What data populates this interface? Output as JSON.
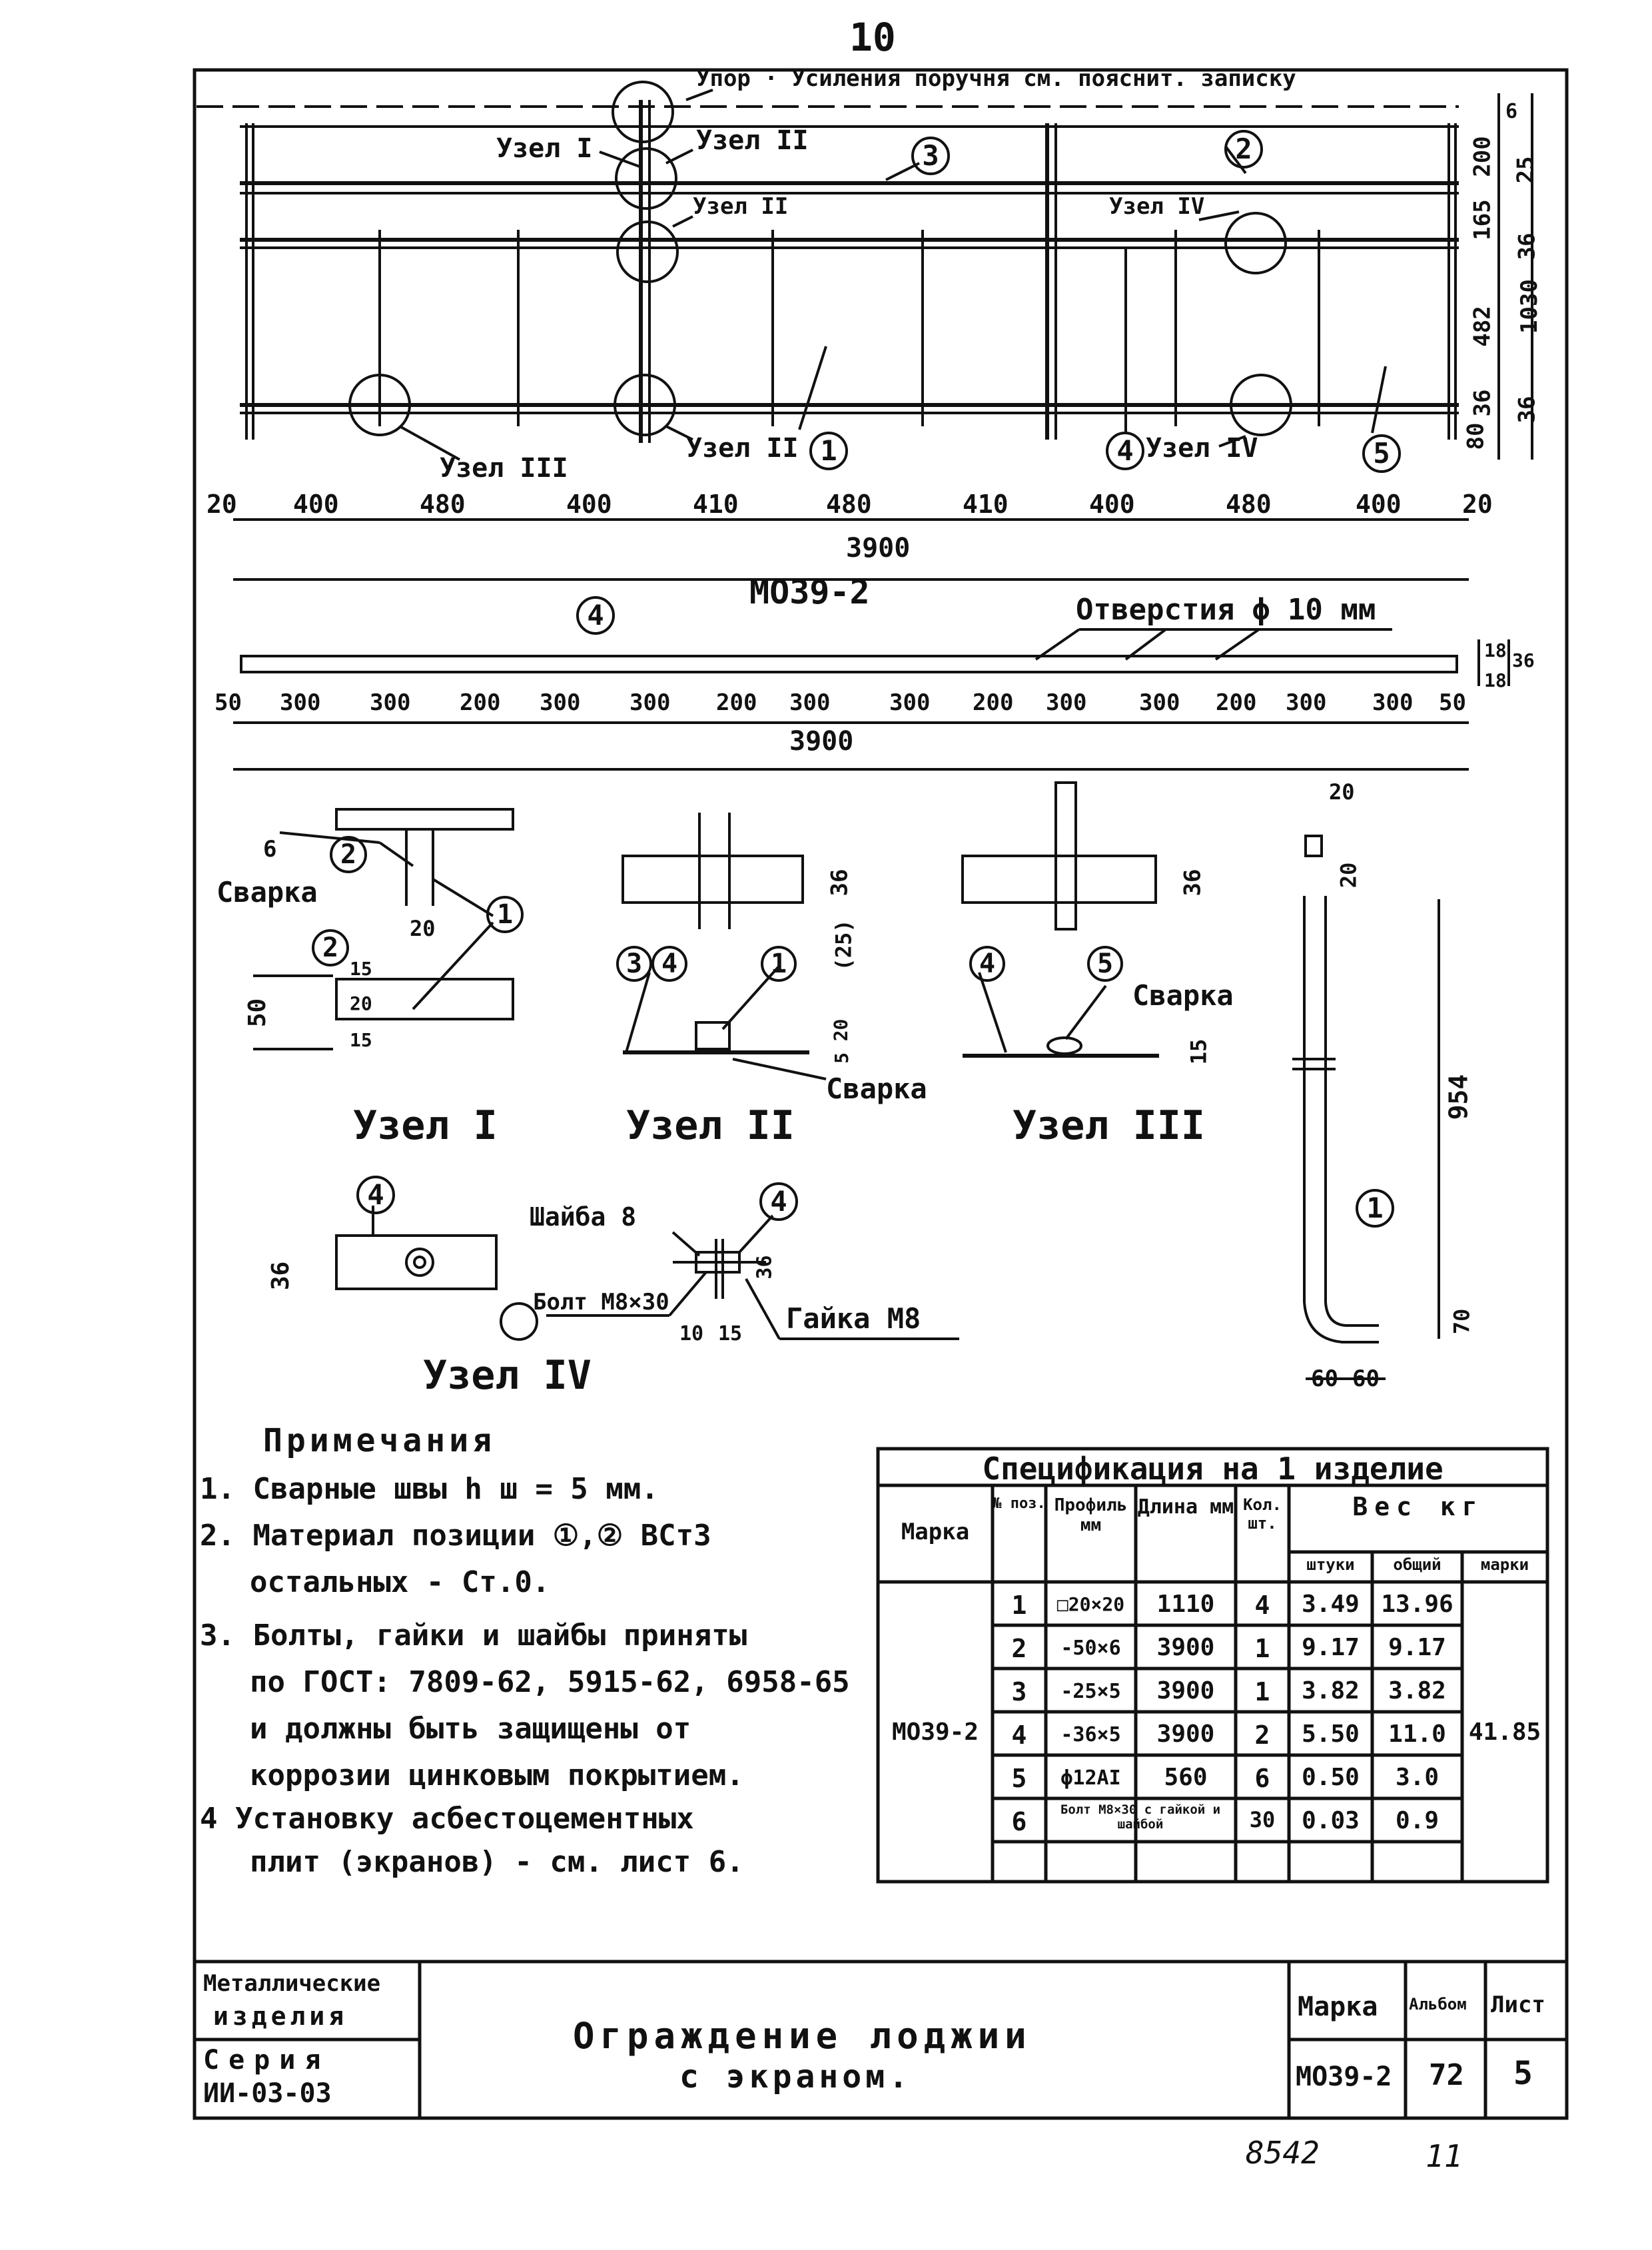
{
  "page_number": "10",
  "top_note": "Упор · Усиления поручня см. пояснит. записку",
  "drawing1": {
    "node_labels": [
      "Узел I",
      "Узел II",
      "Узел II",
      "Узел IV",
      "Узел III",
      "Узел II",
      "Узел IV"
    ],
    "positions": [
      "1",
      "2",
      "3",
      "4",
      "5"
    ],
    "bottom_dims": [
      "20",
      "400",
      "480",
      "400",
      "410",
      "480",
      "410",
      "400",
      "480",
      "400",
      "20"
    ],
    "total": "3900",
    "right_dims": [
      "6",
      "200",
      "25",
      "165",
      "36",
      "482",
      "1030",
      "36",
      "80",
      "36"
    ],
    "mark": "МО39-2"
  },
  "drawing2": {
    "position": "4",
    "holes_label": "Отверстия ϕ 10 мм",
    "dims": [
      "50",
      "300",
      "300",
      "200",
      "300",
      "300",
      "200",
      "300",
      "300",
      "200",
      "300",
      "300",
      "200",
      "300",
      "300",
      "50"
    ],
    "total": "3900",
    "right_dims": [
      "18",
      "18",
      "36"
    ]
  },
  "details": {
    "node1_title": "Узел I",
    "node2_title": "Узел II",
    "node3_title": "Узел III",
    "node4_title": "Узел IV",
    "weld": "Сварка",
    "n1_dims": [
      "6",
      "20",
      "50",
      "15",
      "20",
      "15"
    ],
    "n2_dims": [
      "36",
      "(25)",
      "20",
      "5"
    ],
    "n3_dims": [
      "36",
      "15"
    ],
    "washer": "Шайба 8",
    "bolt": "Болт М8×30",
    "nut": "Гайка М8",
    "n4_dims": [
      "36",
      "36",
      "10",
      "15"
    ],
    "rod_dims": [
      "20",
      "20",
      "954",
      "70",
      "60",
      "60"
    ]
  },
  "notes": {
    "title": "Примечания",
    "items": [
      "1. Сварные швы h ш = 5 мм.",
      "2. Материал позиции ①,② ВСт3",
      "остальных - Ст.0.",
      "3. Болты, гайки и шайбы приняты",
      "по ГОСТ: 7809-62, 5915-62, 6958-65",
      "и должны быть защищены от",
      "коррозии цинковым покрытием.",
      "4 Установку асбестоцементных",
      "плит (экранов) - см. лист 6."
    ]
  },
  "spec": {
    "title": "Спецификация на 1 изделие",
    "headers": {
      "mark": "Марка",
      "pos": "№ поз.",
      "profile": "Профиль мм",
      "length": "Длина мм",
      "qty": "Кол. шт.",
      "weight": "Вес кг",
      "w_each": "штуки",
      "w_total": "общий",
      "w_mark": "марки"
    },
    "mark": "МО39-2",
    "mark_weight": "41.85",
    "rows": [
      {
        "pos": "1",
        "profile": "□20×20",
        "length": "1110",
        "qty": "4",
        "each": "3.49",
        "total": "13.96"
      },
      {
        "pos": "2",
        "profile": "-50×6",
        "length": "3900",
        "qty": "1",
        "each": "9.17",
        "total": "9.17"
      },
      {
        "pos": "3",
        "profile": "-25×5",
        "length": "3900",
        "qty": "1",
        "each": "3.82",
        "total": "3.82"
      },
      {
        "pos": "4",
        "profile": "-36×5",
        "length": "3900",
        "qty": "2",
        "each": "5.50",
        "total": "11.0"
      },
      {
        "pos": "5",
        "profile": "ϕ12AI",
        "length": "560",
        "qty": "6",
        "each": "0.50",
        "total": "3.0"
      },
      {
        "pos": "6",
        "profile": "Болт М8×30 с гайкой и шайбой",
        "length": "",
        "qty": "30",
        "each": "0.03",
        "total": "0.9"
      }
    ]
  },
  "title_block": {
    "category_1": "Металлические",
    "category_2": "изделия",
    "series_1": "Серия",
    "series_2": "ИИ-03-03",
    "title_1": "Ограждение лоджии",
    "title_2": "с экраном.",
    "mark_label": "Марка",
    "album_label": "Альбом",
    "sheet_label": "Лист",
    "mark_value": "МО39-2",
    "album_value": "72",
    "sheet_value": "5"
  },
  "footer": {
    "left": "8542",
    "right": "11"
  }
}
